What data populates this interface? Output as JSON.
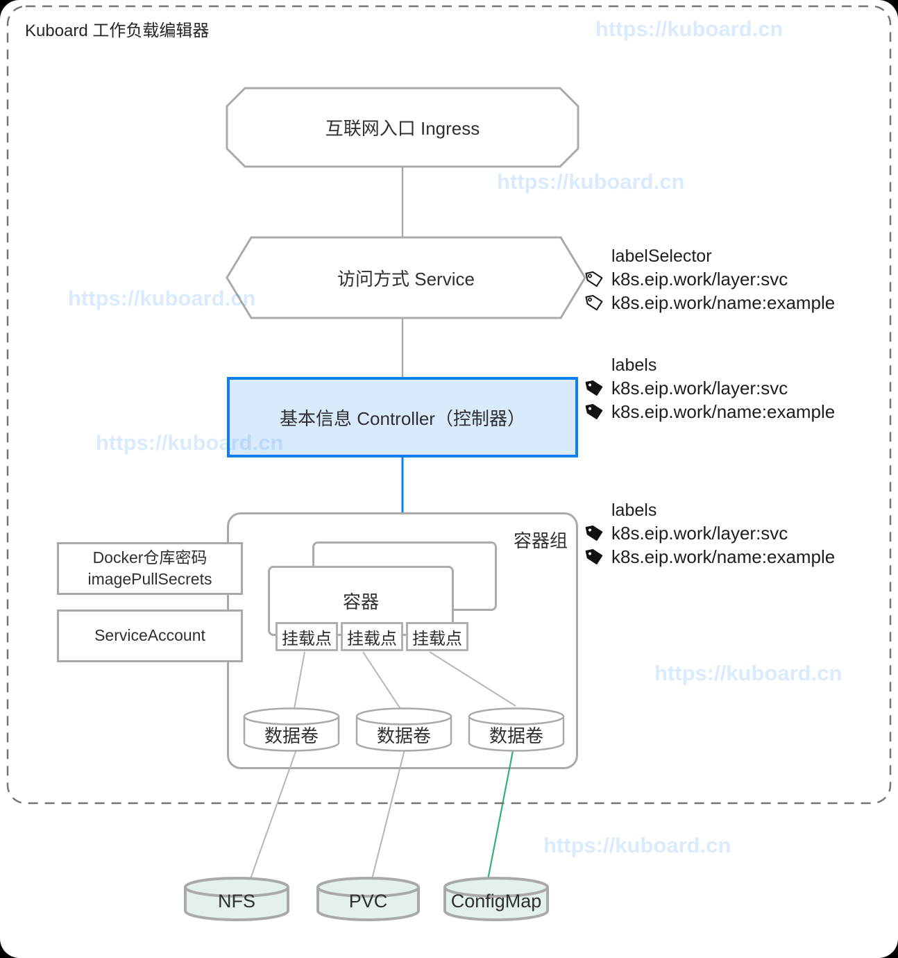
{
  "page": {
    "title": "Kuboard 工作负载编辑器",
    "watermark": "https://kuboard.cn"
  },
  "nodes": {
    "ingress": {
      "label": "互联网入口 Ingress"
    },
    "service": {
      "label": "访问方式 Service"
    },
    "controller": {
      "label": "基本信息 Controller（控制器）"
    },
    "pod": {
      "label": "容器组"
    },
    "container": {
      "label": "容器"
    },
    "mount_points": [
      "挂载点",
      "挂载点",
      "挂载点"
    ],
    "image_pull_secrets": {
      "line1": "Docker仓库密码",
      "line2": "imagePullSecrets"
    },
    "service_account": {
      "label": "ServiceAccount"
    },
    "volumes": [
      "数据卷",
      "数据卷",
      "数据卷"
    ],
    "storage": [
      "NFS",
      "PVC",
      "ConfigMap"
    ]
  },
  "label_blocks": {
    "selector": {
      "heading": "labelSelector",
      "items": [
        "k8s.eip.work/layer:svc",
        "k8s.eip.work/name:example"
      ]
    },
    "controller_labels": {
      "heading": "labels",
      "items": [
        "k8s.eip.work/layer:svc",
        "k8s.eip.work/name:example"
      ]
    },
    "pod_labels": {
      "heading": "labels",
      "items": [
        "k8s.eip.work/layer:svc",
        "k8s.eip.work/name:example"
      ]
    }
  },
  "colors": {
    "accent_blue": "#0d7ff2",
    "controller_fill": "#d8eafc",
    "border_gray": "#a9a9a9",
    "green_line": "#2fb470",
    "storage_fill": "#e3f1ea",
    "watermark_blue": "#dbe9fc"
  }
}
